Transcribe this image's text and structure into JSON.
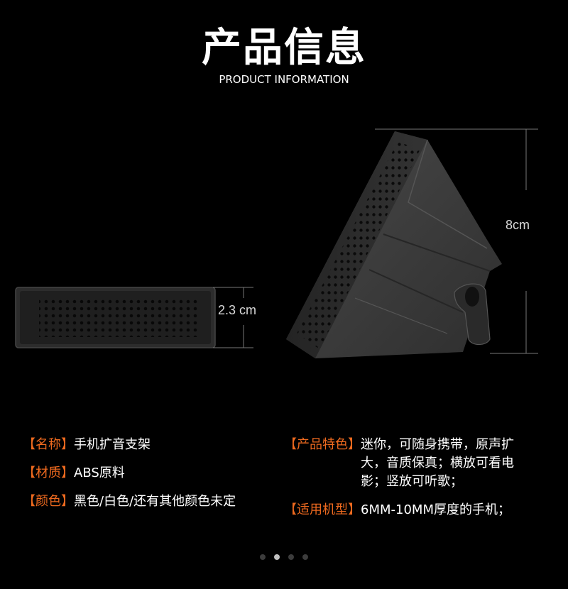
{
  "header": {
    "title": "产品信息",
    "subtitle": "PRODUCT INFORMATION"
  },
  "dimensions": {
    "height_label": "8cm",
    "thickness_label": "2.3 cm"
  },
  "specs_left": [
    {
      "tag": "【名称】",
      "value": "手机扩音支架"
    },
    {
      "tag": "【材质】",
      "value": "ABS原料"
    },
    {
      "tag": "【颜色】",
      "value": "黑色/白色/还有其他颜色未定"
    }
  ],
  "specs_right": [
    {
      "tag": "【产品特色】",
      "value": "迷你，可随身携带，原声扩大，音质保真；横放可看电影；竖放可听歌；"
    },
    {
      "tag": "【适用机型】",
      "value": "6MM-10MM厚度的手机；"
    }
  ],
  "carousel": {
    "page_count": 4,
    "active_index": 1
  },
  "colors": {
    "background": "#000000",
    "accent": "#ee6a1f",
    "product_body": "#3a3a3a"
  }
}
